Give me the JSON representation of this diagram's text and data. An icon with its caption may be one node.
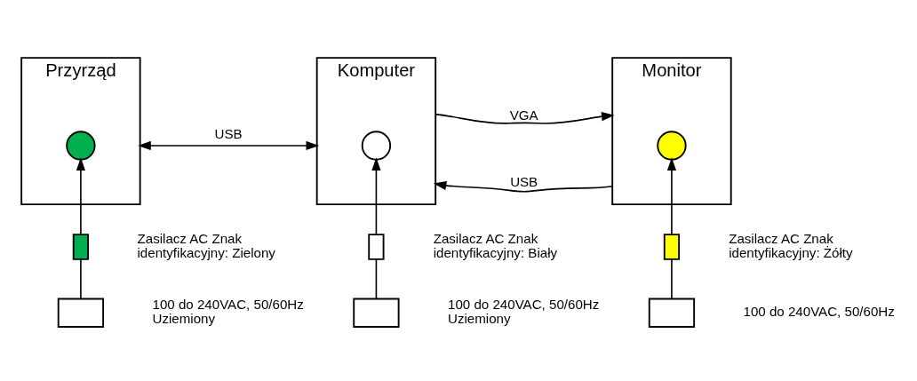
{
  "diagram": {
    "nodes": [
      {
        "text": [
          "Przyrząd"
        ]
      },
      {
        "text": [],
        "shape": "circle",
        "in": 0
      },
      {
        "text": [
          "Komputer"
        ]
      },
      {
        "text": [],
        "shape": "circle",
        "in": 2
      },
      {
        "text": [
          "Monitor"
        ]
      },
      {
        "text": [],
        "shape": "circle",
        "in": 4
      },
      {
        "text": [],
        "shape": "box",
        "beside": [
          "Zasilacz AC Znak identyfikacyjny: Zielony"
        ]
      },
      {
        "text": [],
        "shape": "box",
        "beside": [
          "Zasilacz AC Znak identyfikacyjny: Biały"
        ]
      },
      {
        "text": [],
        "shape": "box",
        "beside": [
          "Zasilacz AC Znak identyfikacyjny: Żółty"
        ]
      },
      {
        "text": [],
        "shape": "box",
        "beside": [
          "100 do 240VAC, 50/60Hz Uziemiony"
        ]
      },
      {
        "text": [],
        "shape": "box",
        "beside": [
          "100 do 240VAC, 50/60Hz Uziemiony"
        ]
      },
      {
        "text": [],
        "shape": "box",
        "beside": [
          "100 do 240VAC, 50/60Hz"
        ]
      }
    ],
    "edges": [
      {
        "from": 0,
        "to": 2,
        "arrow": "both",
        "label": "USB"
      },
      {
        "from": 2,
        "to": 4,
        "arrow": "to",
        "label": "VGA"
      },
      {
        "from": 4,
        "to": 2,
        "arrow": "to",
        "label": "USB"
      },
      {
        "from": 9,
        "to": 6,
        "arrow": "none"
      },
      {
        "from": 6,
        "to": 1,
        "arrow": "to"
      },
      {
        "from": 10,
        "to": 7,
        "arrow": "none"
      },
      {
        "from": 7,
        "to": 3,
        "arrow": "to"
      },
      {
        "from": 11,
        "to": 8,
        "arrow": "none"
      },
      {
        "from": 8,
        "to": 5,
        "arrow": "to"
      }
    ]
  }
}
